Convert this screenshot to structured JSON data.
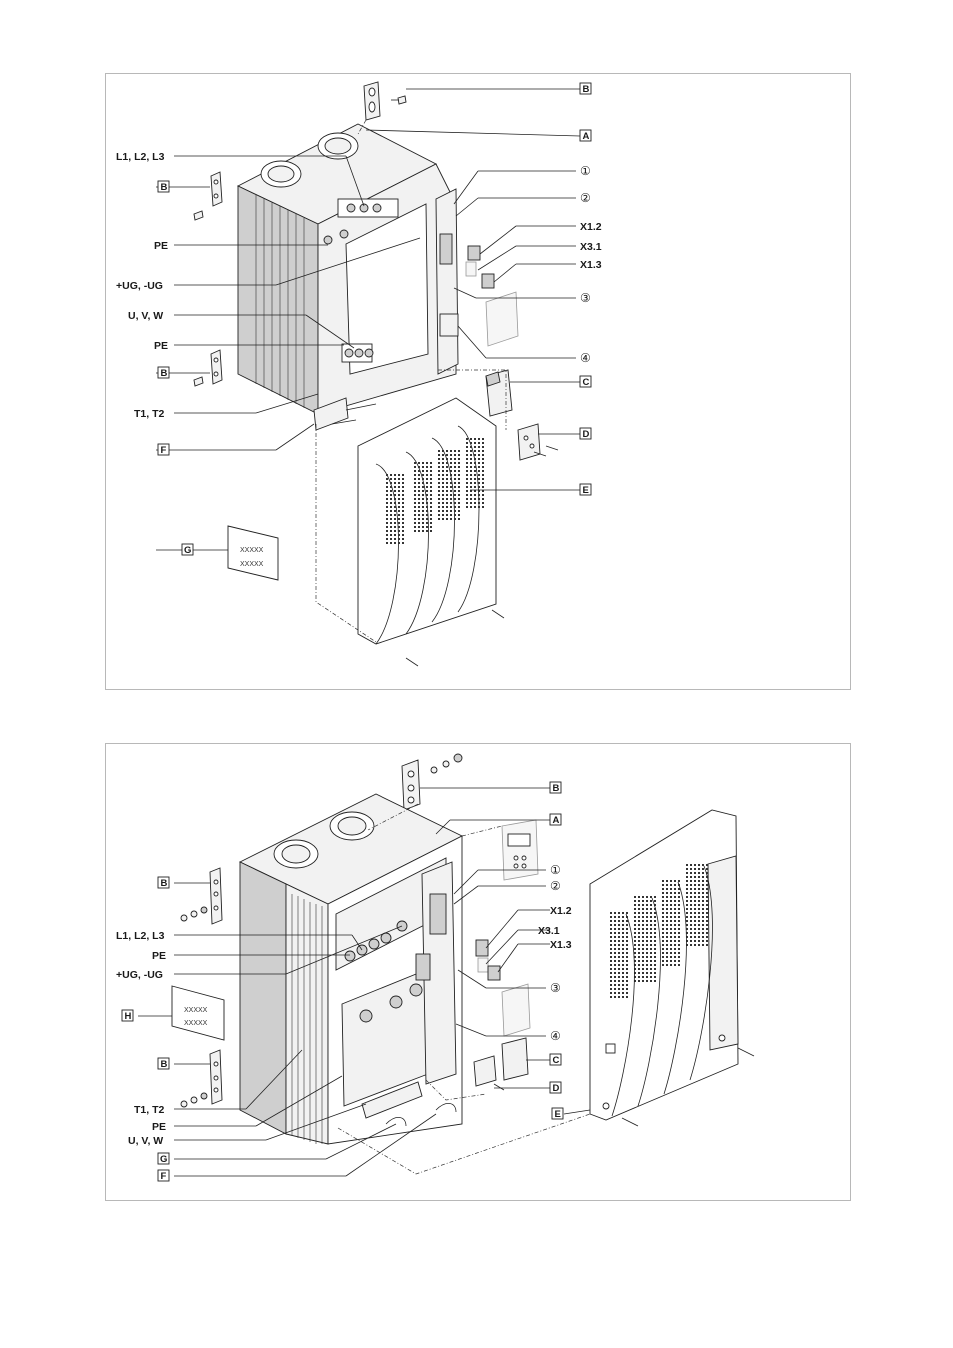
{
  "top_figure": {
    "callouts_left": [
      "L1, L2, L3",
      "PE",
      "+UG, -UG",
      "U, V, W",
      "PE",
      "T1, T2"
    ],
    "boxed_left": [
      "B",
      "B",
      "F",
      "G"
    ],
    "boxed_right": [
      "B",
      "A",
      "C",
      "D",
      "E"
    ],
    "numbered_right": [
      "①",
      "②",
      "③",
      "④"
    ],
    "terminals_right": [
      "X1.2",
      "X3.1",
      "X1.3"
    ],
    "label_sheet_text": [
      "XXXXX",
      "XXXXX"
    ]
  },
  "bottom_figure": {
    "callouts_left": [
      "L1, L2, L3",
      "PE",
      "+UG, -UG",
      "T1, T2",
      "PE",
      "U, V, W"
    ],
    "boxed_left": [
      "B",
      "H",
      "B",
      "G",
      "F"
    ],
    "boxed_right": [
      "B",
      "A",
      "C",
      "D",
      "E"
    ],
    "numbered_right": [
      "①",
      "②",
      "③",
      "④"
    ],
    "terminals_right": [
      "X1.2",
      "X3.1",
      "X1.3"
    ],
    "label_sheet_text": [
      "XXXXX",
      "XXXXX"
    ]
  }
}
